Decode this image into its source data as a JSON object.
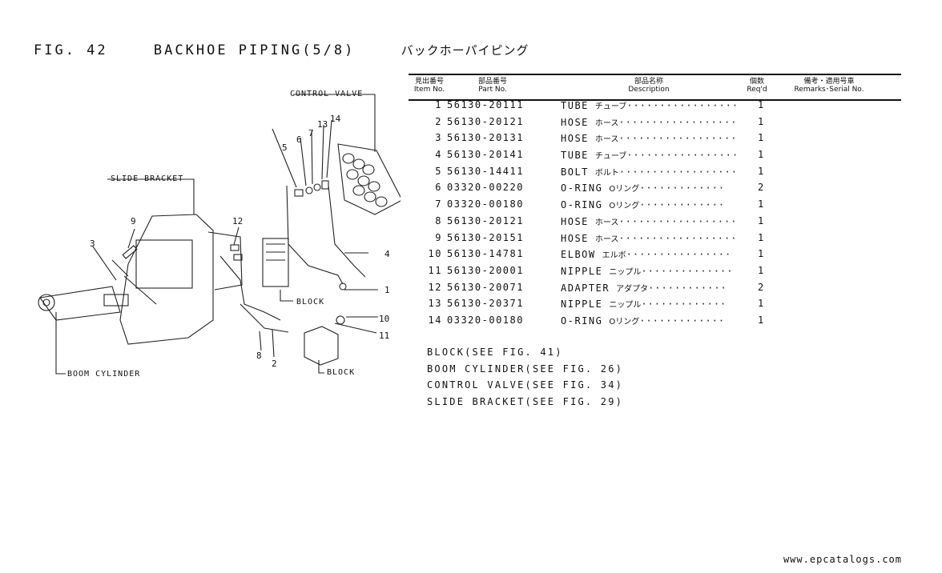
{
  "figure": {
    "number": "FIG. 42",
    "title": "BACKHOE PIPING(5/8)",
    "title_jp": "バックホーパイピング"
  },
  "headers": {
    "item_jp": "見出番号",
    "item_en": "Item No.",
    "part_jp": "部品番号",
    "part_en": "Part No.",
    "desc_jp": "部品名称",
    "desc_en": "Description",
    "req_jp": "個数",
    "req_en": "Req'd",
    "remarks_jp": "備考・適用号車",
    "remarks_en": "Remarks･Serial No."
  },
  "parts": [
    {
      "item": "1",
      "part_no": "56130-20111",
      "desc": "TUBE",
      "desc_jp": "チューブ",
      "qty": "1"
    },
    {
      "item": "2",
      "part_no": "56130-20121",
      "desc": "HOSE",
      "desc_jp": "ホース",
      "qty": "1"
    },
    {
      "item": "3",
      "part_no": "56130-20131",
      "desc": "HOSE",
      "desc_jp": "ホース",
      "qty": "1"
    },
    {
      "item": "4",
      "part_no": "56130-20141",
      "desc": "TUBE",
      "desc_jp": "チューブ",
      "qty": "1"
    },
    {
      "item": "5",
      "part_no": "56130-14411",
      "desc": "BOLT",
      "desc_jp": "ボルト",
      "qty": "1"
    },
    {
      "item": "6",
      "part_no": "03320-00220",
      "desc": "O-RING",
      "desc_jp": "Oリング",
      "qty": "2"
    },
    {
      "item": "7",
      "part_no": "03320-00180",
      "desc": "O-RING",
      "desc_jp": "Oリング",
      "qty": "1"
    },
    {
      "item": "8",
      "part_no": "56130-20121",
      "desc": "HOSE",
      "desc_jp": "ホース",
      "qty": "1"
    },
    {
      "item": "9",
      "part_no": "56130-20151",
      "desc": "HOSE",
      "desc_jp": "ホース",
      "qty": "1"
    },
    {
      "item": "10",
      "part_no": "56130-14781",
      "desc": "ELBOW",
      "desc_jp": "エルボ",
      "qty": "1"
    },
    {
      "item": "11",
      "part_no": "56130-20001",
      "desc": "NIPPLE",
      "desc_jp": "ニップル",
      "qty": "1"
    },
    {
      "item": "12",
      "part_no": "56130-20071",
      "desc": "ADAPTER",
      "desc_jp": "アダプタ",
      "qty": "2"
    },
    {
      "item": "13",
      "part_no": "56130-20371",
      "desc": "NIPPLE",
      "desc_jp": "ニップル",
      "qty": "1"
    },
    {
      "item": "14",
      "part_no": "03320-00180",
      "desc": "O-RING",
      "desc_jp": "Oリング",
      "qty": "1"
    }
  ],
  "references": [
    "BLOCK(SEE FIG. 41)",
    "BOOM CYLINDER(SEE FIG. 26)",
    "CONTROL VALVE(SEE FIG. 34)",
    "SLIDE BRACKET(SEE FIG. 29)"
  ],
  "diagram": {
    "callouts": {
      "control_valve": "CONTROL VALVE",
      "slide_bracket": "SLIDE BRACKET",
      "block_upper": "BLOCK",
      "block_lower": "BLOCK",
      "boom_cylinder": "BOOM CYLINDER"
    },
    "item_numbers": [
      "1",
      "2",
      "3",
      "4",
      "5",
      "6",
      "7",
      "8",
      "9",
      "10",
      "11",
      "12",
      "13",
      "14"
    ]
  },
  "footer": "www.epcatalogs.com"
}
